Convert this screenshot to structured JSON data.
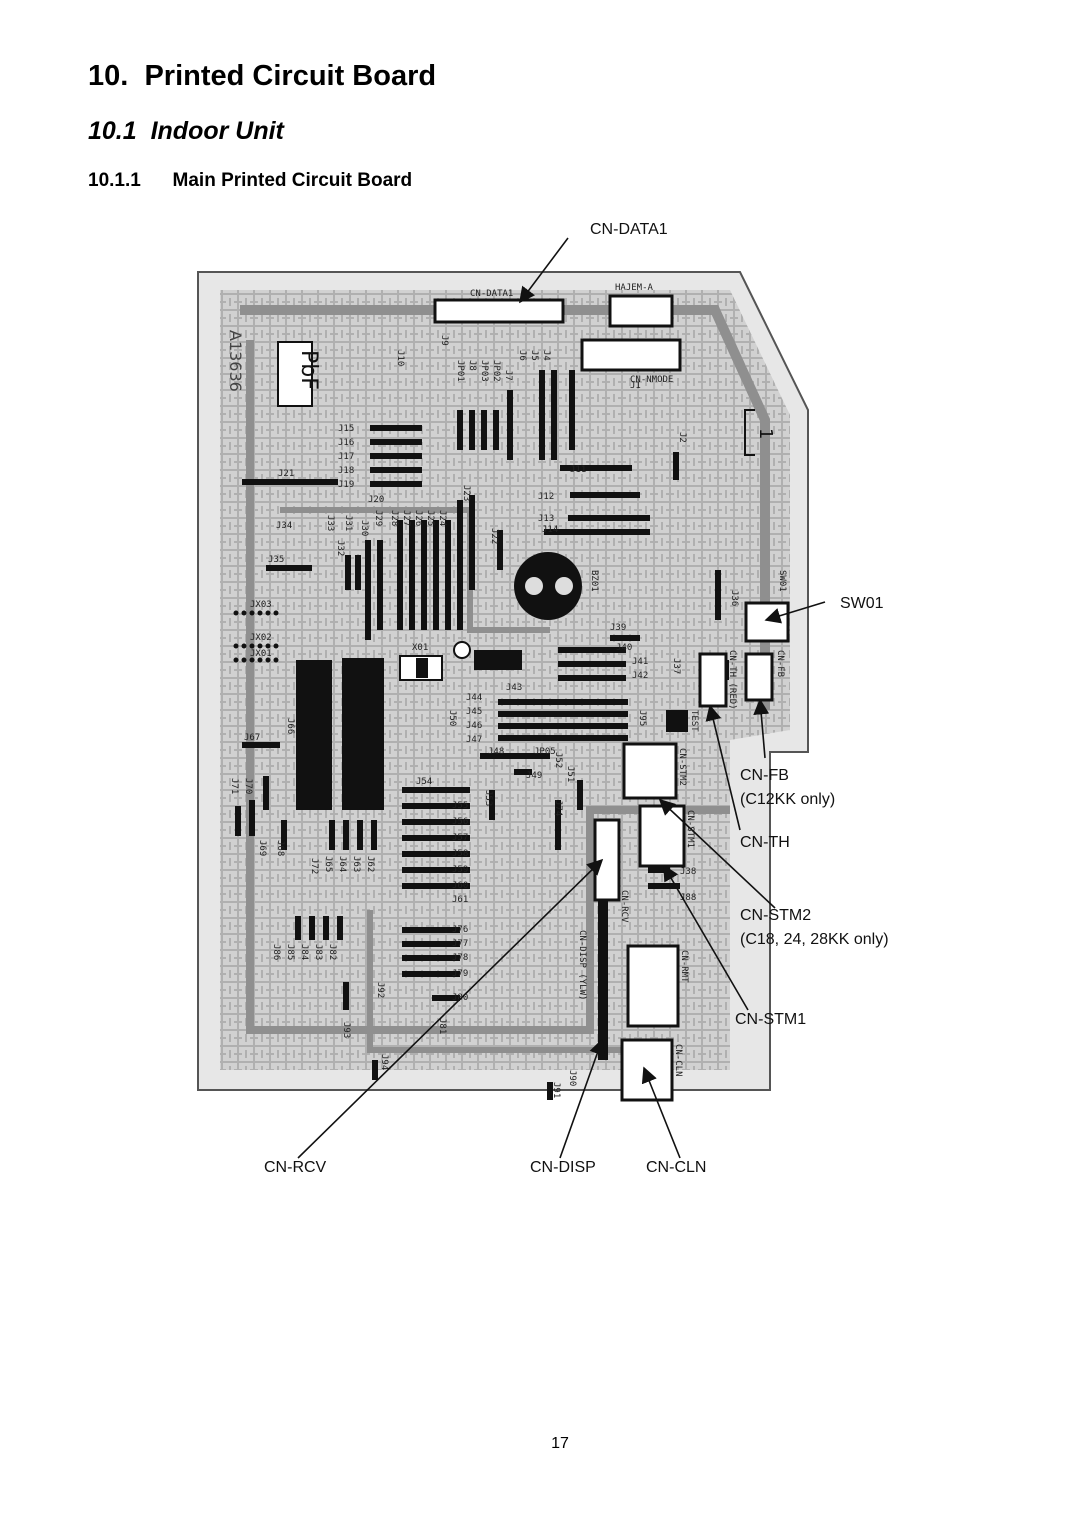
{
  "headings": {
    "chapter_number": "10.",
    "chapter_title": "Printed Circuit Board",
    "section_number": "10.1",
    "section_title": "Indoor Unit",
    "subsection_number": "10.1.1",
    "subsection_title": "Main Printed Circuit Board"
  },
  "callouts": {
    "cn_data1": "CN-DATA1",
    "sw01": "SW01",
    "cn_fb": "CN-FB",
    "cn_fb_note": "(C12KK only)",
    "cn_th": "CN-TH",
    "cn_stm2": "CN-STM2",
    "cn_stm2_note": "(C18, 24, 28KK only)",
    "cn_stm1": "CN-STM1",
    "cn_rcv": "CN-RCV",
    "cn_disp": "CN-DISP",
    "cn_cln": "CN-CLN"
  },
  "board_marks": {
    "pbf": "PbF",
    "part_code": "A13636",
    "pin_one": "1",
    "silk_cn_data1": "CN-DATA1",
    "silk_hajem": "HAJEM-A",
    "silk_cn_nmode": "CN-NMODE",
    "silk_bz01": "BZ01",
    "silk_x01": "X01",
    "silk_test": "TEST",
    "silk_cn_th_red": "CN-TH (RED)",
    "silk_cn_fb": "CN-FB",
    "silk_cn_rmt": "CN-RMT",
    "silk_sw01": "SW01",
    "silk_cn_stm1": "CN-STM1",
    "silk_cn_stm2": "CN-STM2",
    "silk_cn_rcv": "CN-RCV",
    "silk_cn_disp": "CN-DISP (YLW)",
    "silk_cn_cln": "CN-CLN"
  },
  "jumper_labels": {
    "left_column": [
      "J15",
      "J16",
      "J17",
      "J18",
      "J19"
    ],
    "top_row": [
      "J10",
      "J9",
      "JP01",
      "J8",
      "JP03",
      "JP02",
      "J7",
      "J6",
      "J5",
      "J4"
    ],
    "vertical_row": [
      "J33",
      "J31",
      "J32",
      "J30",
      "J29",
      "J28",
      "J27",
      "J26",
      "J25",
      "J24",
      "J23",
      "J22"
    ],
    "right_column": [
      "J11",
      "J12",
      "J13",
      "J14",
      "J39",
      "J40",
      "J41",
      "J42",
      "J37",
      "J36"
    ],
    "mid_column": [
      "J44",
      "J45",
      "J46",
      "J47",
      "J43",
      "J50",
      "J48",
      "JP05",
      "J49",
      "J95"
    ],
    "lower_column": [
      "J55",
      "J56",
      "J57",
      "J58",
      "J59",
      "J60",
      "J61",
      "J54",
      "J53",
      "J52",
      "J51",
      "J74"
    ],
    "bottom_column": [
      "J76",
      "J77",
      "J78",
      "J79",
      "J80",
      "J81",
      "J92",
      "J93",
      "J94",
      "J90",
      "J91",
      "J38",
      "J88"
    ],
    "left_block": [
      "J21",
      "J34",
      "J35",
      "JX03",
      "JX02",
      "JX01",
      "J66",
      "J67",
      "J71",
      "J70",
      "J69",
      "J68",
      "J72",
      "J65",
      "J64",
      "J63",
      "J62",
      "J86",
      "J85",
      "J84",
      "J83",
      "J82",
      "J2",
      "J1",
      "J20"
    ]
  }
}
